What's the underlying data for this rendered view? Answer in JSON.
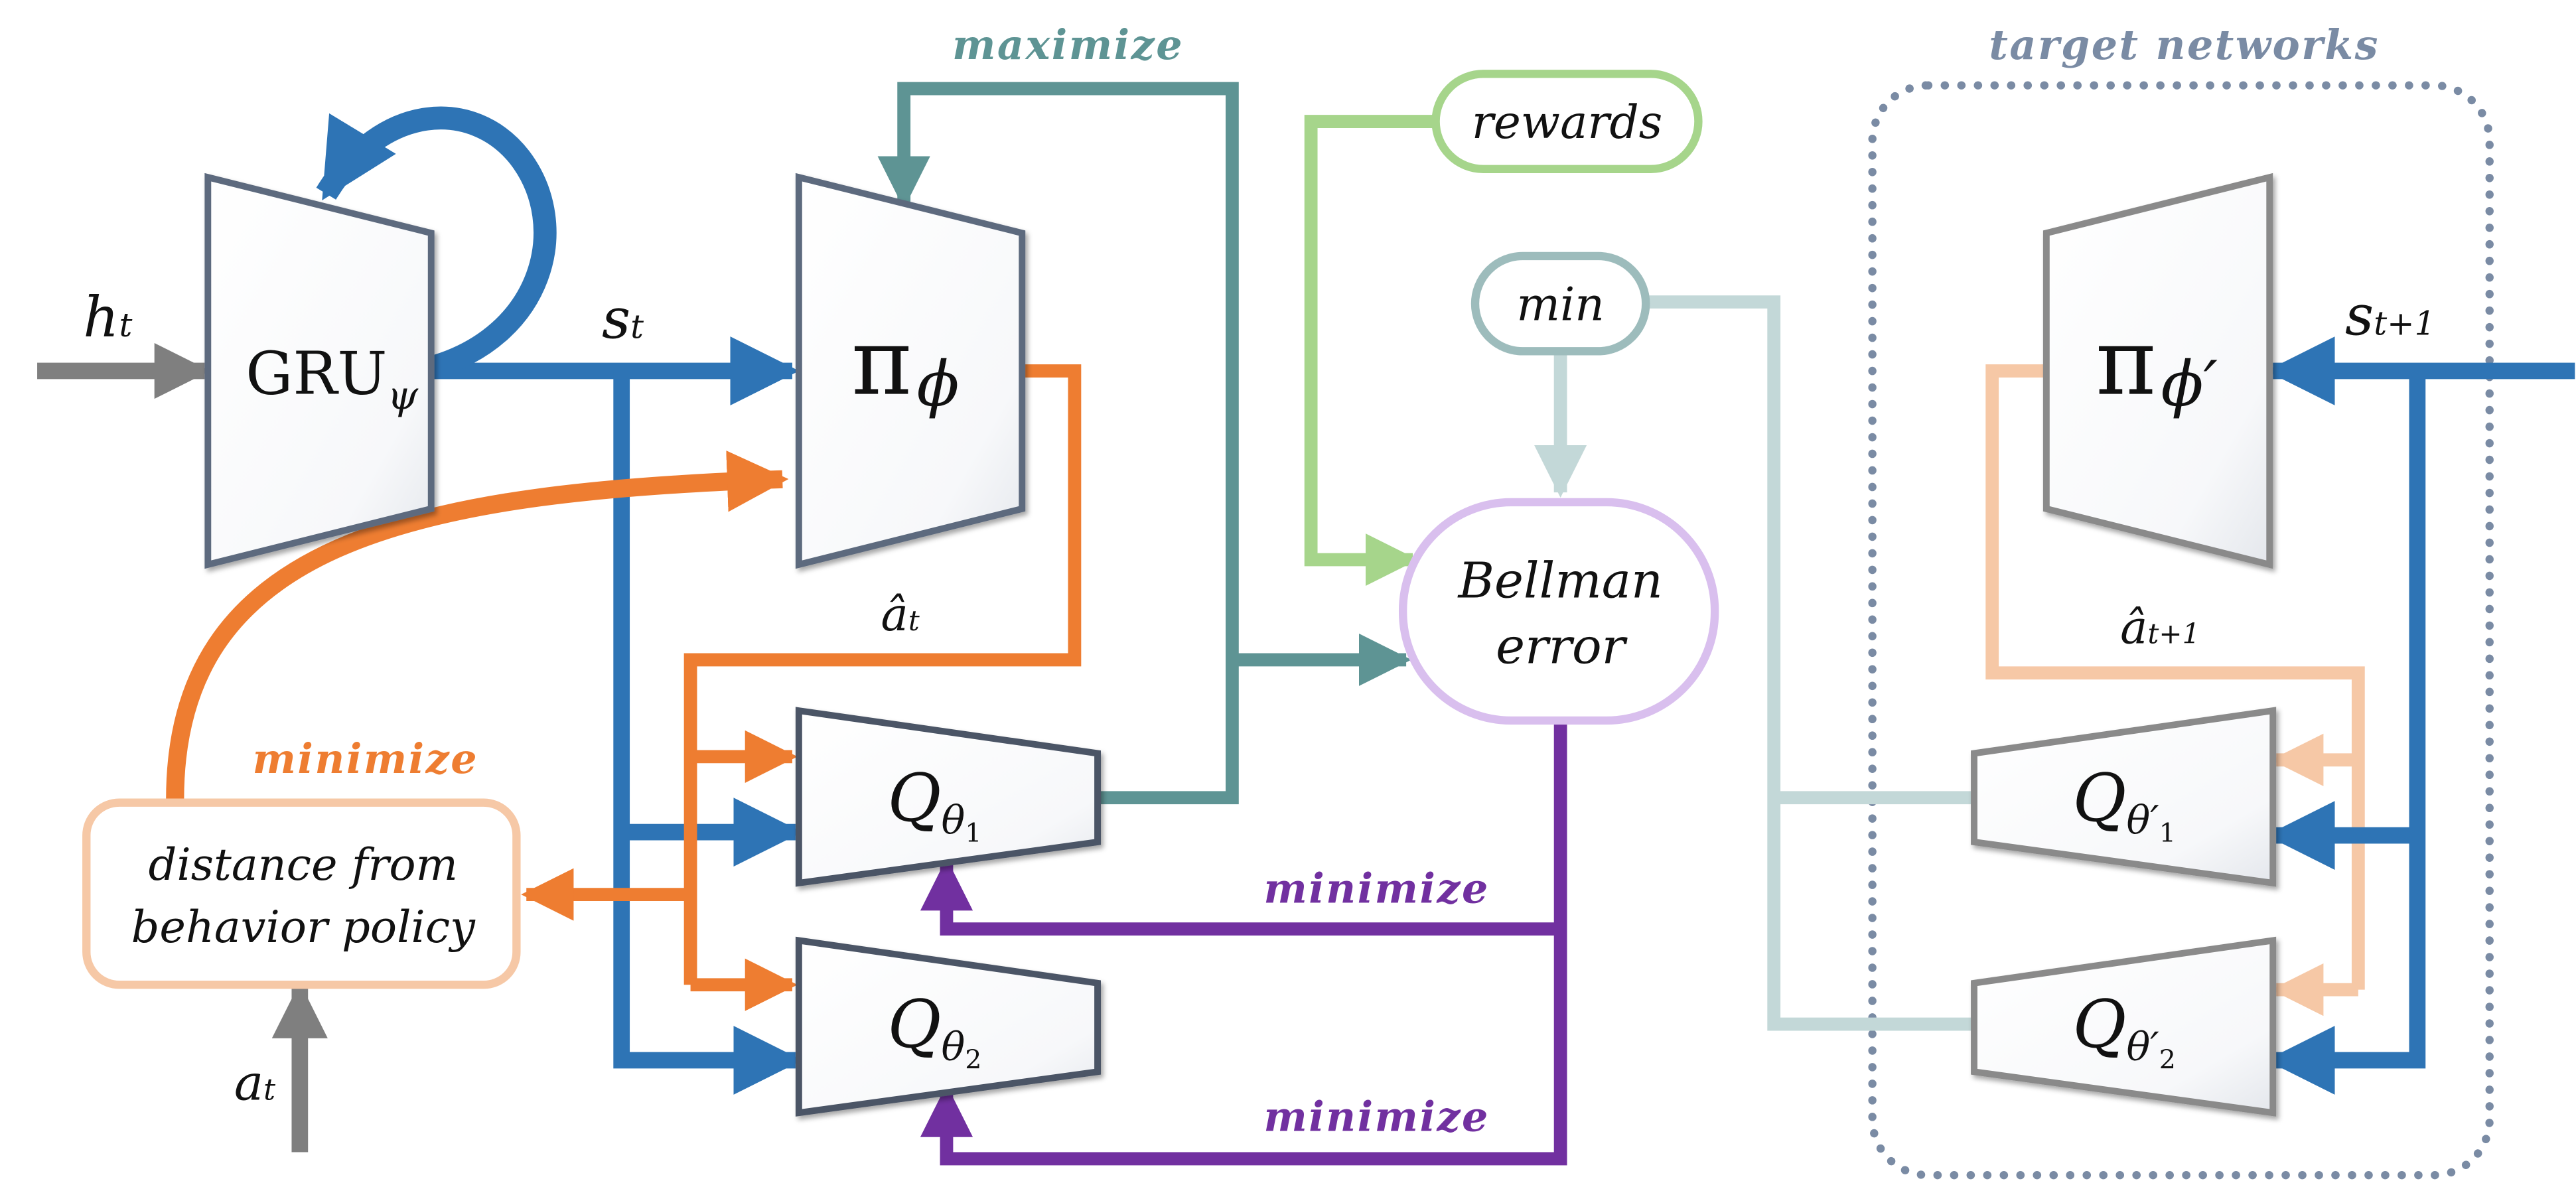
{
  "colors": {
    "blue": "#2e74b5",
    "orange": "#ee7d31",
    "light_orange": "#f6c8a6",
    "teal": "#5e9494",
    "light_teal": "#c3d8d8",
    "green": "#a6d58b",
    "purple": "#7130a0",
    "lavender": "#d9bfee",
    "gray": "#7f7f7f",
    "slate": "#7a8ba4"
  },
  "labels": {
    "h_t": {
      "base": "h",
      "sub": "t"
    },
    "s_t": {
      "base": "s",
      "sub": "t"
    },
    "s_t1": {
      "base": "s",
      "sub": "t+1"
    },
    "a_t": {
      "base": "a",
      "sub": "t"
    },
    "a_hat_t": {
      "base": "â",
      "sub": "t"
    },
    "a_hat_t1": {
      "base": "â",
      "sub": "t+1"
    },
    "gru": {
      "base": "GRU",
      "sub": "ψ"
    },
    "pi": {
      "base": "π",
      "sub": "ϕ"
    },
    "pi_target": {
      "base": "π",
      "sub": "ϕ′"
    },
    "q1": {
      "base": "Q",
      "sub": "θ",
      "subsub": "1"
    },
    "q2": {
      "base": "Q",
      "sub": "θ",
      "subsub": "2"
    },
    "q1_target": {
      "base": "Q",
      "sub": "θ′",
      "subsub": "1"
    },
    "q2_target": {
      "base": "Q",
      "sub": "θ′",
      "subsub": "2"
    }
  },
  "text": {
    "maximize": "maximize",
    "minimize_policy": "minimize",
    "minimize_q1": "minimize",
    "minimize_q2": "minimize",
    "target_networks": "target networks",
    "rewards": "rewards",
    "min": "min",
    "bellman_line1": "Bellman",
    "bellman_line2": "error",
    "distance_line1": "distance from",
    "distance_line2": "behavior policy"
  }
}
